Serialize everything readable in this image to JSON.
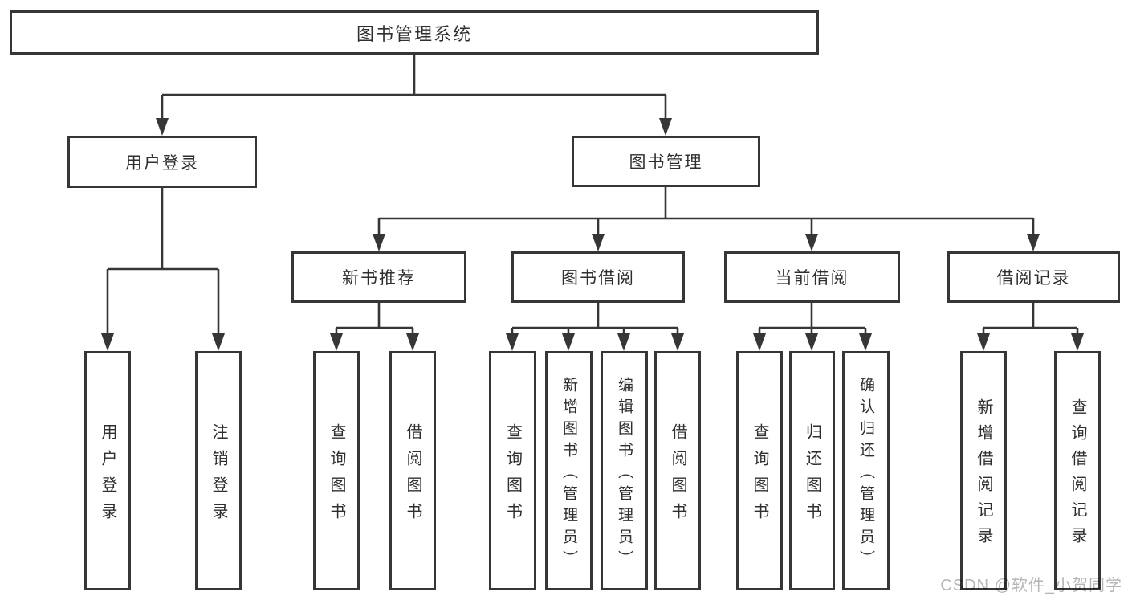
{
  "diagram": {
    "title": "图书管理系统",
    "branches": {
      "user_login": "用户登录",
      "book_mgmt": "图书管理"
    },
    "modules": [
      "新书推荐",
      "图书借阅",
      "当前借阅",
      "借阅记录"
    ],
    "leaves": {
      "user": [
        "用户登录",
        "注销登录"
      ],
      "recommend": [
        "查询图书",
        "借阅图书"
      ],
      "borrow": [
        "查询图书",
        "新增图书（管理员）",
        "编辑图书（管理员）",
        "借阅图书"
      ],
      "current": [
        "查询图书",
        "归还图书",
        "确认归还（管理员）"
      ],
      "record": [
        "新增借阅记录",
        "查询借阅记录"
      ]
    },
    "colors": {
      "line": "#363636",
      "text": "#2f2f2f",
      "background": "#ffffff",
      "watermark": "#b5b5b5"
    }
  },
  "watermark": {
    "text": "CSDN @软件_小贺同学"
  }
}
